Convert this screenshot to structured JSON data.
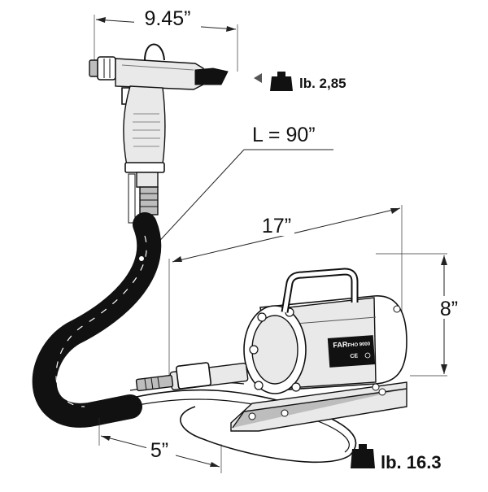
{
  "dimensions": {
    "tool_length": "9.45”",
    "hose_length": "L = 90”",
    "unit_length": "17”",
    "unit_height": "8”",
    "unit_depth": "5”"
  },
  "weights": {
    "tool_weight": "lb. 2,85",
    "unit_weight": "lb. 16.3"
  },
  "nameplate": {
    "brand": "FAR",
    "model": "FHO 9000",
    "mark": "CE"
  },
  "colors": {
    "line": "#111111",
    "hose": "#111111",
    "background": "#ffffff"
  },
  "icons": [
    "weight-icon",
    "arrow-left-icon"
  ]
}
